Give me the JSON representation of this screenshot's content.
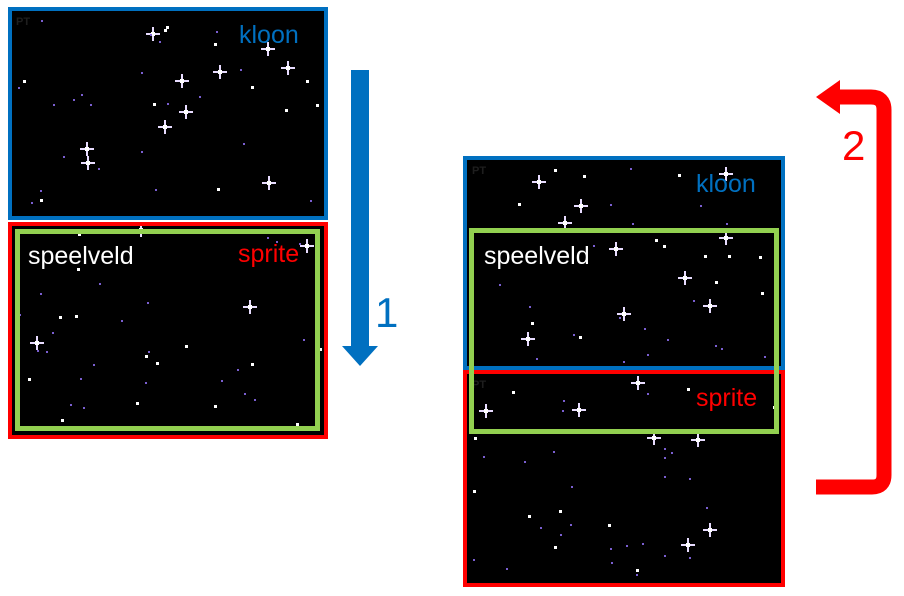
{
  "labels": {
    "clone": "kloon",
    "sprite": "sprite",
    "playfield": "speelveld",
    "step1": "1",
    "step2": "2",
    "watermark": "PT"
  },
  "colors": {
    "clone": "#0070c0",
    "sprite": "#ff0000",
    "playfield": "#92d050",
    "playfield_text": "#ffffff",
    "background": "#000000"
  },
  "icons": {
    "step1_arrow": "arrow-down-icon",
    "step2_arrow": "arrow-loop-up-icon"
  }
}
